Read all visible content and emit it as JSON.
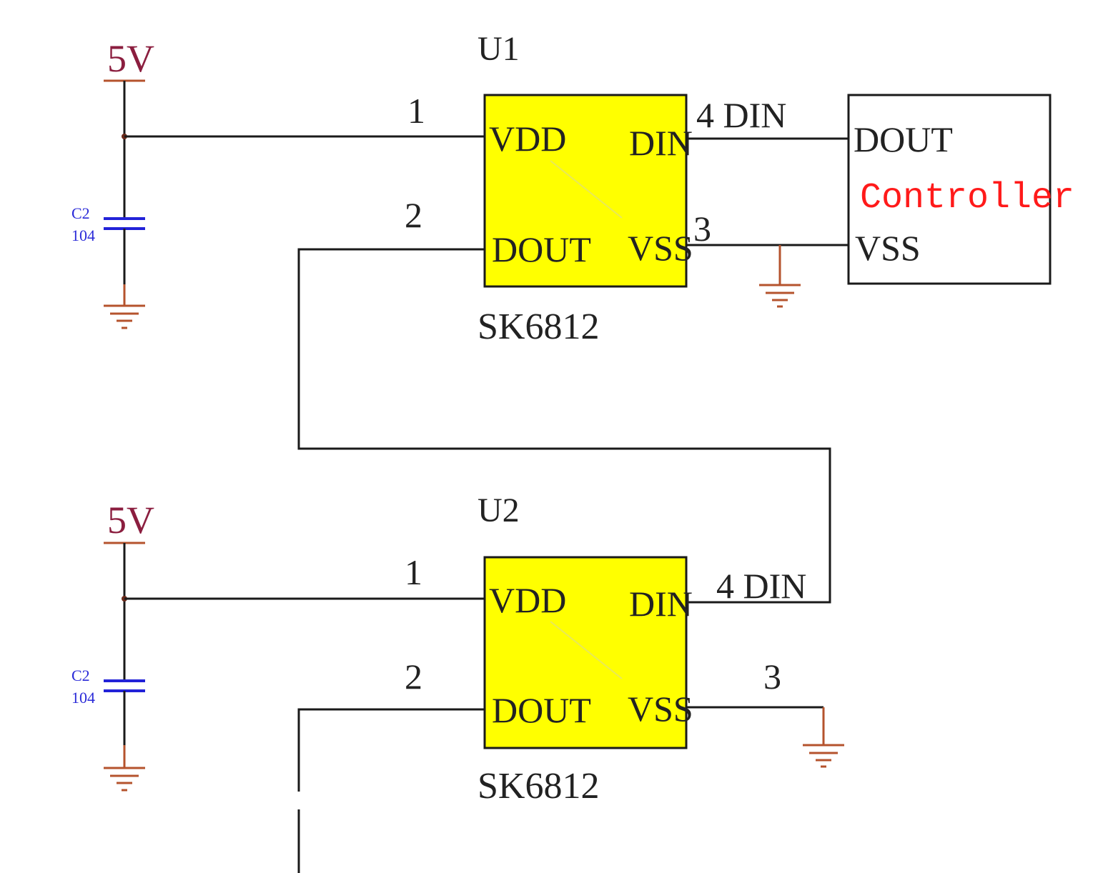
{
  "colors": {
    "chip_fill": "#ffff00",
    "wire": "#1a1a1a",
    "power_symbol": "#b5532d",
    "net_label": "#8b1e3f",
    "capacitor": "#2222d8",
    "controller_label": "#ff1a1a"
  },
  "u1": {
    "ref": "U1",
    "part": "SK6812",
    "pin_vdd": "VDD",
    "pin_din": "DIN",
    "pin_dout": "DOUT",
    "pin_vss": "VSS",
    "num_1": "1",
    "num_2": "2",
    "num_3": "3",
    "num_4_din": "4 DIN"
  },
  "u2": {
    "ref": "U2",
    "part": "SK6812",
    "pin_vdd": "VDD",
    "pin_din": "DIN",
    "pin_dout": "DOUT",
    "pin_vss": "VSS",
    "num_1": "1",
    "num_2": "2",
    "num_3": "3",
    "num_4_din": "4 DIN"
  },
  "power_top": {
    "net": "5V",
    "cap_ref": "C2",
    "cap_value": "104"
  },
  "power_bottom": {
    "net": "5V",
    "cap_ref": "C2",
    "cap_value": "104"
  },
  "controller": {
    "title": "Controller",
    "pin_dout": "DOUT",
    "pin_vss": "VSS"
  }
}
